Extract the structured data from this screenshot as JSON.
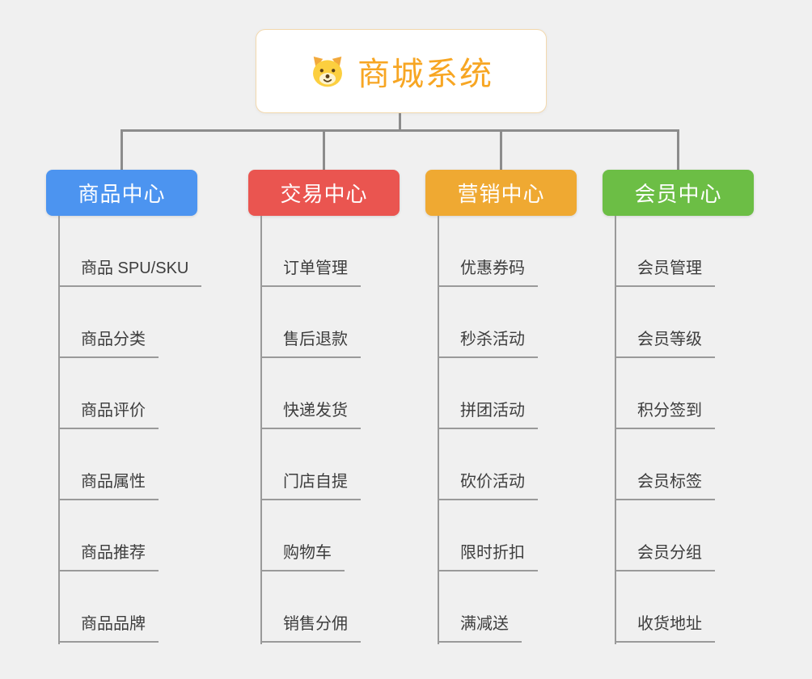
{
  "root": {
    "label": "商城系统"
  },
  "colors": {
    "root_text": "#f7a623",
    "root_border": "#f3d9ae",
    "connector": "#8c8c8c",
    "child_line": "#9a9a9a"
  },
  "branches": [
    {
      "label": "商品中心",
      "color": "#4c94f0",
      "children": [
        "商品 SPU/SKU",
        "商品分类",
        "商品评价",
        "商品属性",
        "商品推荐",
        "商品品牌"
      ]
    },
    {
      "label": "交易中心",
      "color": "#ea5550",
      "children": [
        "订单管理",
        "售后退款",
        "快递发货",
        "门店自提",
        "购物车",
        "销售分佣"
      ]
    },
    {
      "label": "营销中心",
      "color": "#efa932",
      "children": [
        "优惠券码",
        "秒杀活动",
        "拼团活动",
        "砍价活动",
        "限时折扣",
        "满减送"
      ]
    },
    {
      "label": "会员中心",
      "color": "#6cbe45",
      "children": [
        "会员管理",
        "会员等级",
        "积分签到",
        "会员标签",
        "会员分组",
        "收货地址"
      ]
    }
  ]
}
